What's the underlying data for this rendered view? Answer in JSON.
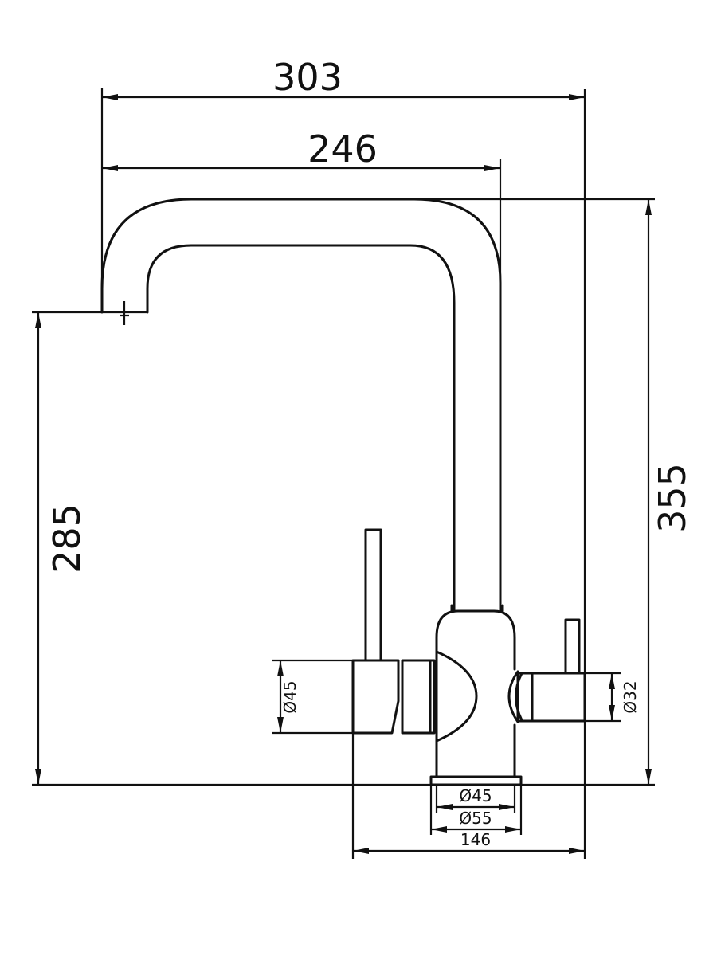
{
  "drawing": {
    "dimensions": {
      "overall_width": "303",
      "spout_reach": "246",
      "overall_height": "355",
      "spout_height": "285",
      "left_handle_diameter": "Ø45",
      "right_handle_diameter": "Ø32",
      "body_diameter": "Ø45",
      "base_diameter": "Ø55",
      "base_width": "146"
    },
    "line_color": "#111111"
  }
}
